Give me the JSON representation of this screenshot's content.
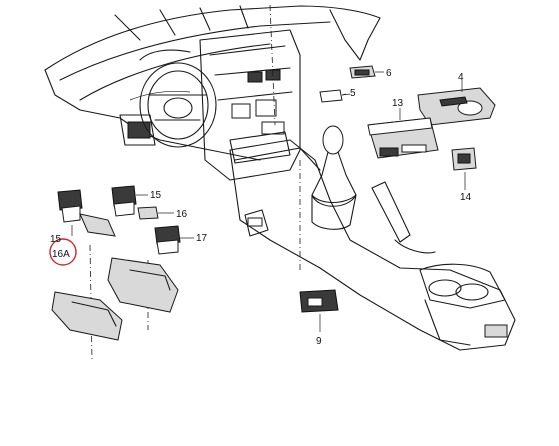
{
  "diagram": {
    "callouts": [
      {
        "id": "c6",
        "text": "6"
      },
      {
        "id": "c4",
        "text": "4"
      },
      {
        "id": "c5",
        "text": "5"
      },
      {
        "id": "c13",
        "text": "13"
      },
      {
        "id": "c14",
        "text": "14"
      },
      {
        "id": "c15a",
        "text": "15"
      },
      {
        "id": "c16",
        "text": "16"
      },
      {
        "id": "c17",
        "text": "17"
      },
      {
        "id": "c15b",
        "text": "15"
      },
      {
        "id": "c16a",
        "text": "16A"
      },
      {
        "id": "c9",
        "text": "9"
      }
    ],
    "highlight_color": "#cc2a2a"
  }
}
